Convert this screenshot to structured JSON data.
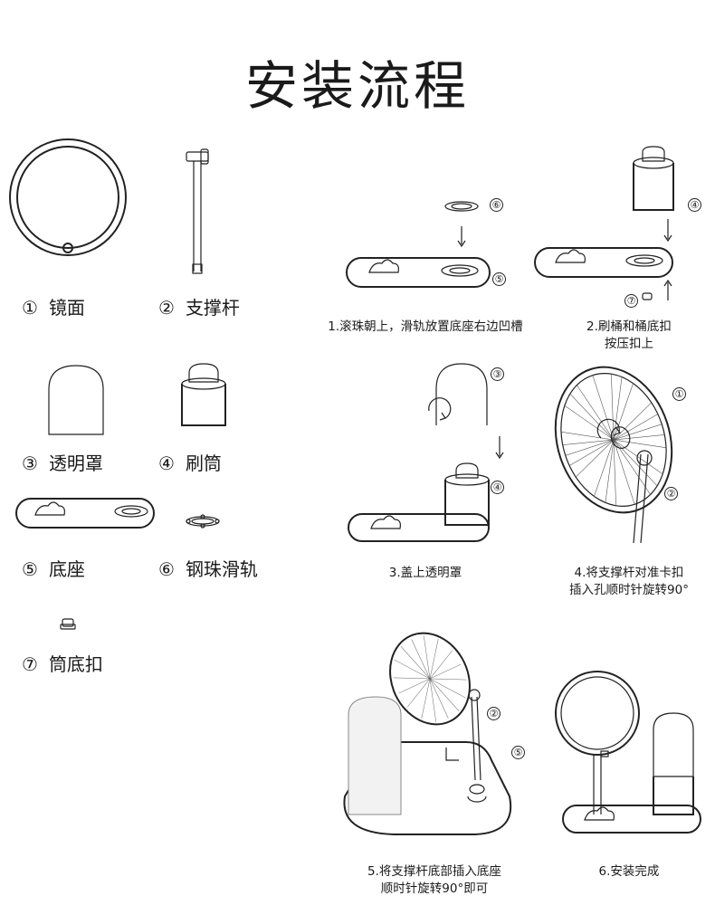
{
  "title": "安装流程",
  "parts": [
    {
      "num": "①",
      "name": "镜面"
    },
    {
      "num": "②",
      "name": "支撑杆"
    },
    {
      "num": "③",
      "name": "透明罩"
    },
    {
      "num": "④",
      "name": "刷筒"
    },
    {
      "num": "⑤",
      "name": "底座"
    },
    {
      "num": "⑥",
      "name": "钢珠滑轨"
    },
    {
      "num": "⑦",
      "name": "筒底扣"
    }
  ],
  "steps": [
    {
      "line1": "1.滚珠朝上，滑轨放置底座右边凹槽",
      "line2": ""
    },
    {
      "line1": "2.刷桶和桶底扣",
      "line2": "按压扣上"
    },
    {
      "line1": "3.盖上透明罩",
      "line2": ""
    },
    {
      "line1": "4.将支撑杆对准卡扣",
      "line2": "插入孔顺时针旋转90°"
    },
    {
      "line1": "5.将支撑杆底部插入底座",
      "line2": "顺时针旋转90°即可"
    },
    {
      "line1": "6.安装完成",
      "line2": ""
    }
  ],
  "callouts": {
    "c1": "①",
    "c2": "②",
    "c3": "③",
    "c4": "④",
    "c5": "⑤",
    "c6": "⑥",
    "c7": "⑦"
  }
}
